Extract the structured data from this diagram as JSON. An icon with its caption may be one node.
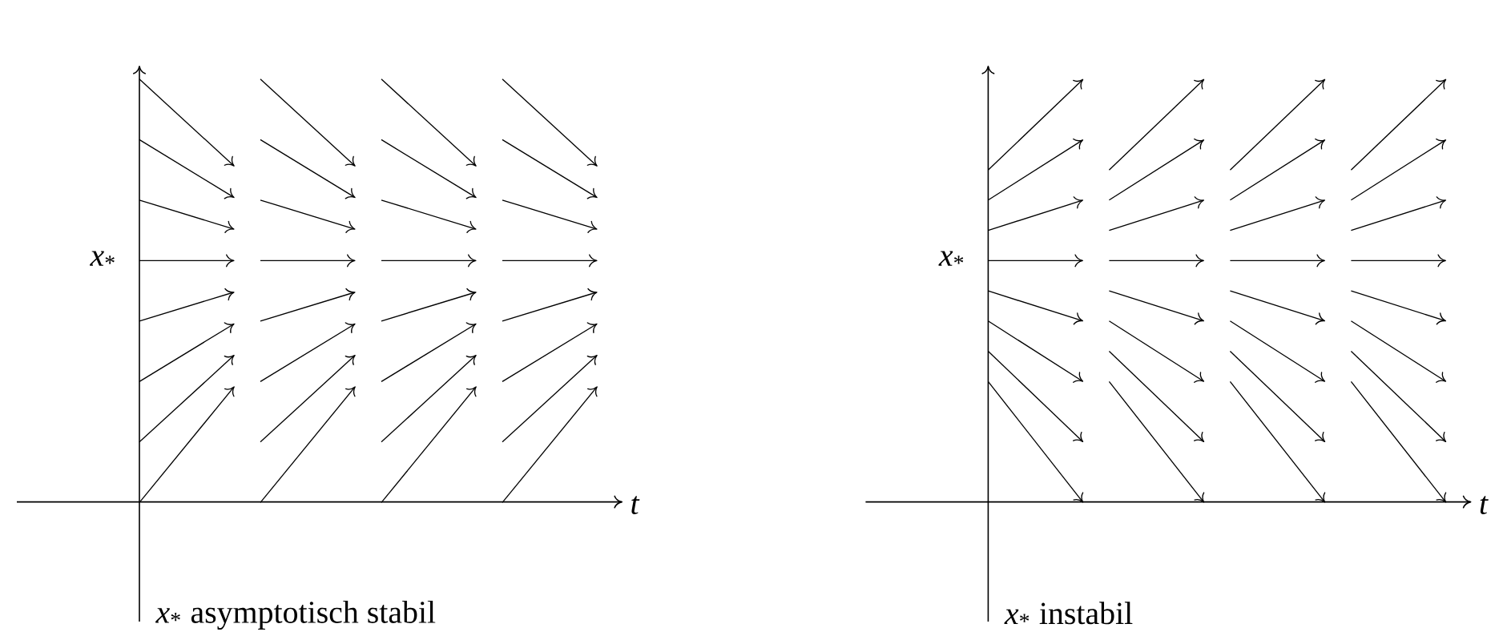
{
  "diagram": {
    "labels": [
      "*x*$_{*}$",
      "*t*",
      "*x*$_{*}$ asymptotisch stabil",
      "*x*$_{*}$",
      "*t*",
      "*x*$_{*}$ instabil"
    ]
  }
}
